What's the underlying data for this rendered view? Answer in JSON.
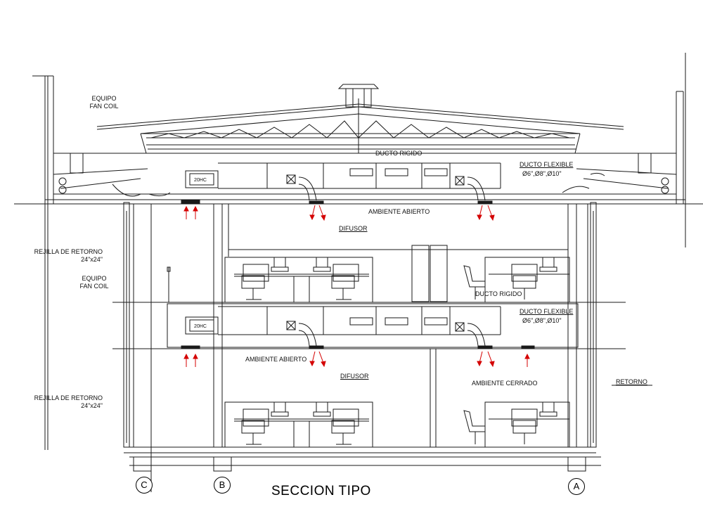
{
  "title": "SECCION TIPO",
  "grid_axes": [
    "C",
    "B",
    "A"
  ],
  "colors": {
    "line": "#1a1a1a",
    "airflow_arrow": "#d40000"
  },
  "labels": {
    "equipo_fan_coil_top": [
      "EQUIPO",
      "FAN COIL"
    ],
    "ducto_rigido_top": "DUCTO RIGIDO",
    "ducto_flexible_top": "DUCTO FLEXIBLE",
    "ducto_flexible_top_sizes": "Ø6\",Ø8\",Ø10\"",
    "ambiente_abierto_top": "AMBIENTE ABIERTO",
    "difusor_top": "DIFUSOR",
    "rejilla_retorno_upper": [
      "REJILLA DE RETORNO",
      "24\"x24\""
    ],
    "equipo_fan_coil_mid": [
      "EQUIPO",
      "FAN COIL"
    ],
    "ducto_rigido_mid": "DUCTO RIGIDO",
    "ducto_flexible_mid": "DUCTO FLEXIBLE",
    "ducto_flexible_mid_sizes": "Ø6\",Ø8\",Ø10\"",
    "ambiente_abierto_lower": "AMBIENTE ABIERTO",
    "difusor_lower": "DIFUSOR",
    "ambiente_cerrado": "AMBIENTE CERRADO",
    "retorno": "RETORNO",
    "rejilla_retorno_lower": [
      "REJILLA DE RETORNO",
      "24\"x24\""
    ],
    "fan_coil_unit_top": "20HC",
    "fan_coil_unit_mid": "20HC"
  }
}
